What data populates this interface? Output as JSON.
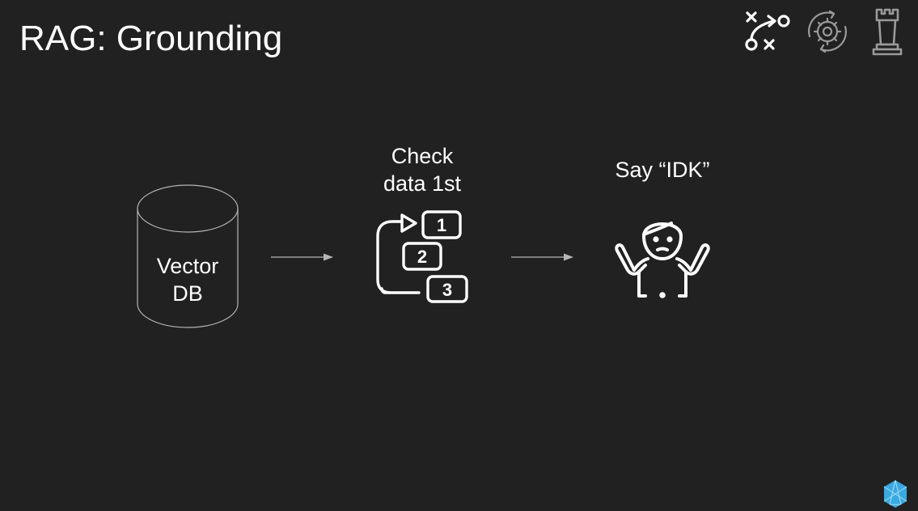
{
  "slide": {
    "title": "RAG: Grounding"
  },
  "header_icons": [
    {
      "name": "strategy-play-icon"
    },
    {
      "name": "gear-cycle-icon"
    },
    {
      "name": "chess-rook-icon"
    }
  ],
  "diagram": {
    "nodes": [
      {
        "id": "vector-db",
        "shape": "cylinder",
        "label_lines": [
          "Vector",
          "DB"
        ]
      },
      {
        "id": "check-data",
        "icon": "numbered-steps-icon",
        "label_lines": [
          "Check",
          "data 1st"
        ],
        "icon_numbers": [
          "1",
          "2",
          "3"
        ]
      },
      {
        "id": "say-idk",
        "icon": "shrugging-person-icon",
        "label_lines": [
          "Say “IDK”"
        ]
      }
    ],
    "edges": [
      {
        "from": "vector-db",
        "to": "check-data"
      },
      {
        "from": "check-data",
        "to": "say-idk"
      }
    ]
  },
  "colors": {
    "background": "#212121",
    "text": "#ffffff",
    "line": "#b5b5b5",
    "icon_muted": "#9a9a9a",
    "logo": "#39a9e0"
  },
  "footer": {
    "logo": "hexagon-logo-icon"
  }
}
